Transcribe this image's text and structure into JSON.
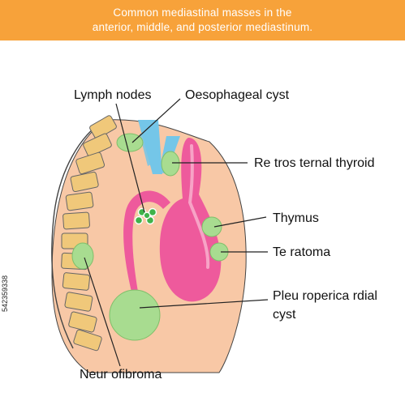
{
  "header": {
    "title_line1": "Common mediastinal masses in the",
    "title_line2": "anterior, middle, and posterior mediastinum.",
    "background_color": "#f7a23a"
  },
  "labels": {
    "lymph_nodes": "Lymph nodes",
    "oesophageal_cyst": "Oesophageal cyst",
    "retrosternal_thyroid": "Re tros ternal thyroid",
    "thymus": "Thymus",
    "teratoma": "Te ratoma",
    "pleuropericardial_cyst_line1": "Pleu roperica rdial",
    "pleuropericardial_cyst_line2": "cyst",
    "neurofibroma": "Neur ofibroma"
  },
  "side_id": "542359338",
  "colors": {
    "chest_fill": "#f8c8a6",
    "spine_fill": "#f0c87a",
    "aorta_pink": "#ee5a9c",
    "trachea_blue": "#74c6e8",
    "mass_green": "#a8dc90",
    "node_green": "#3fb34a"
  }
}
